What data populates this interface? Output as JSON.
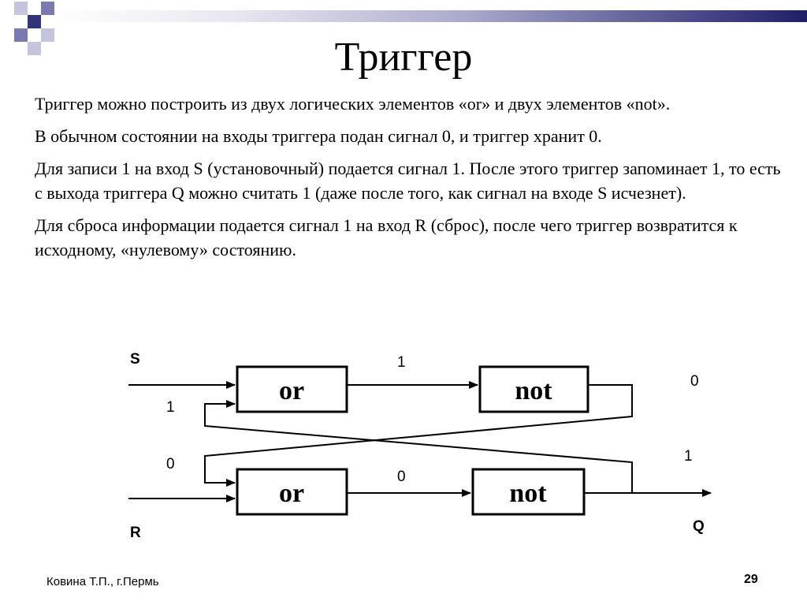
{
  "slide": {
    "title": "Триггер",
    "paragraphs": [
      "Триггер можно построить из двух логических элементов «or» и двух элементов «not».",
      "В обычном состоянии на входы триггера подан сигнал 0, и триггер хранит 0.",
      "Для записи 1 на вход S (установочный) подается сигнал 1. После этого триггер запоминает 1, то есть с выхода триггера Q можно считать 1 (даже после того, как сигнал на входе S исчезнет).",
      "Для сброса информации подается сигнал 1 на вход R (сброс), после чего триггер возвратится к исходному, «нулевому» состоянию."
    ],
    "footer_author": "Ковина Т.П., г.Пермь",
    "page_number": "29"
  },
  "diagram": {
    "input_s": "S",
    "input_r": "R",
    "output_q": "Q",
    "gate_or_top": "or",
    "gate_not_top": "not",
    "gate_or_bottom": "or",
    "gate_not_bottom": "not",
    "signal_or_top_out": "1",
    "signal_not_top_out": "0",
    "signal_feedback_top": "1",
    "signal_feedback_bottom": "0",
    "signal_or_bottom_out": "0",
    "signal_not_bottom_out": "1"
  },
  "colors": {
    "deco_dark": "#33337a",
    "deco_mid": "#7a7ab0",
    "deco_light": "#c4c4dd"
  }
}
